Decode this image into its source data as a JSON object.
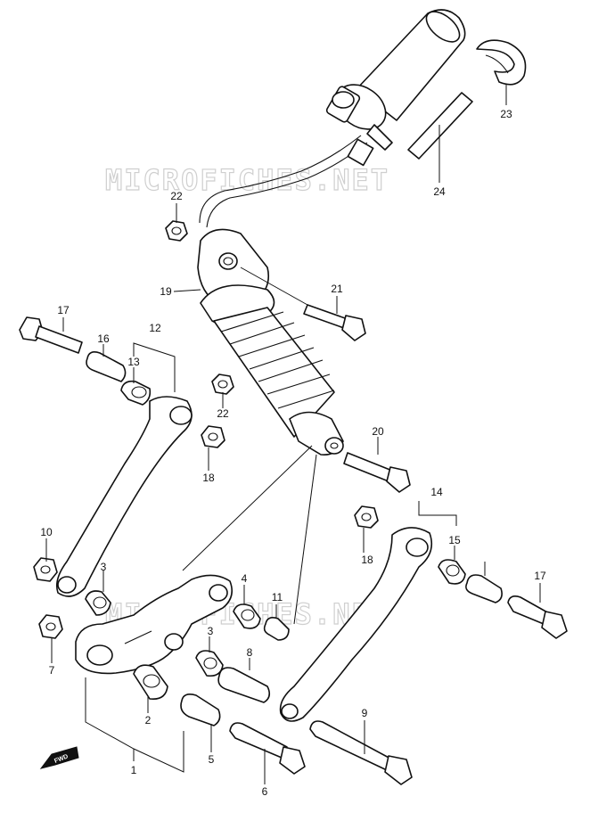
{
  "watermarks": [
    "MICROFICHES.NET",
    "MICROFICHES.NET"
  ],
  "direction_badge": "FWD",
  "callouts": [
    "1",
    "2",
    "3",
    "3",
    "4",
    "5",
    "6",
    "7",
    "8",
    "9",
    "10",
    "11",
    "12",
    "13",
    "14",
    "15",
    "16",
    "17",
    "17",
    "18",
    "18",
    "19",
    "20",
    "21",
    "22",
    "22",
    "23",
    "24"
  ],
  "colors": {
    "ink": "#111111",
    "background": "#ffffff",
    "watermark": "#cfcfcf"
  }
}
